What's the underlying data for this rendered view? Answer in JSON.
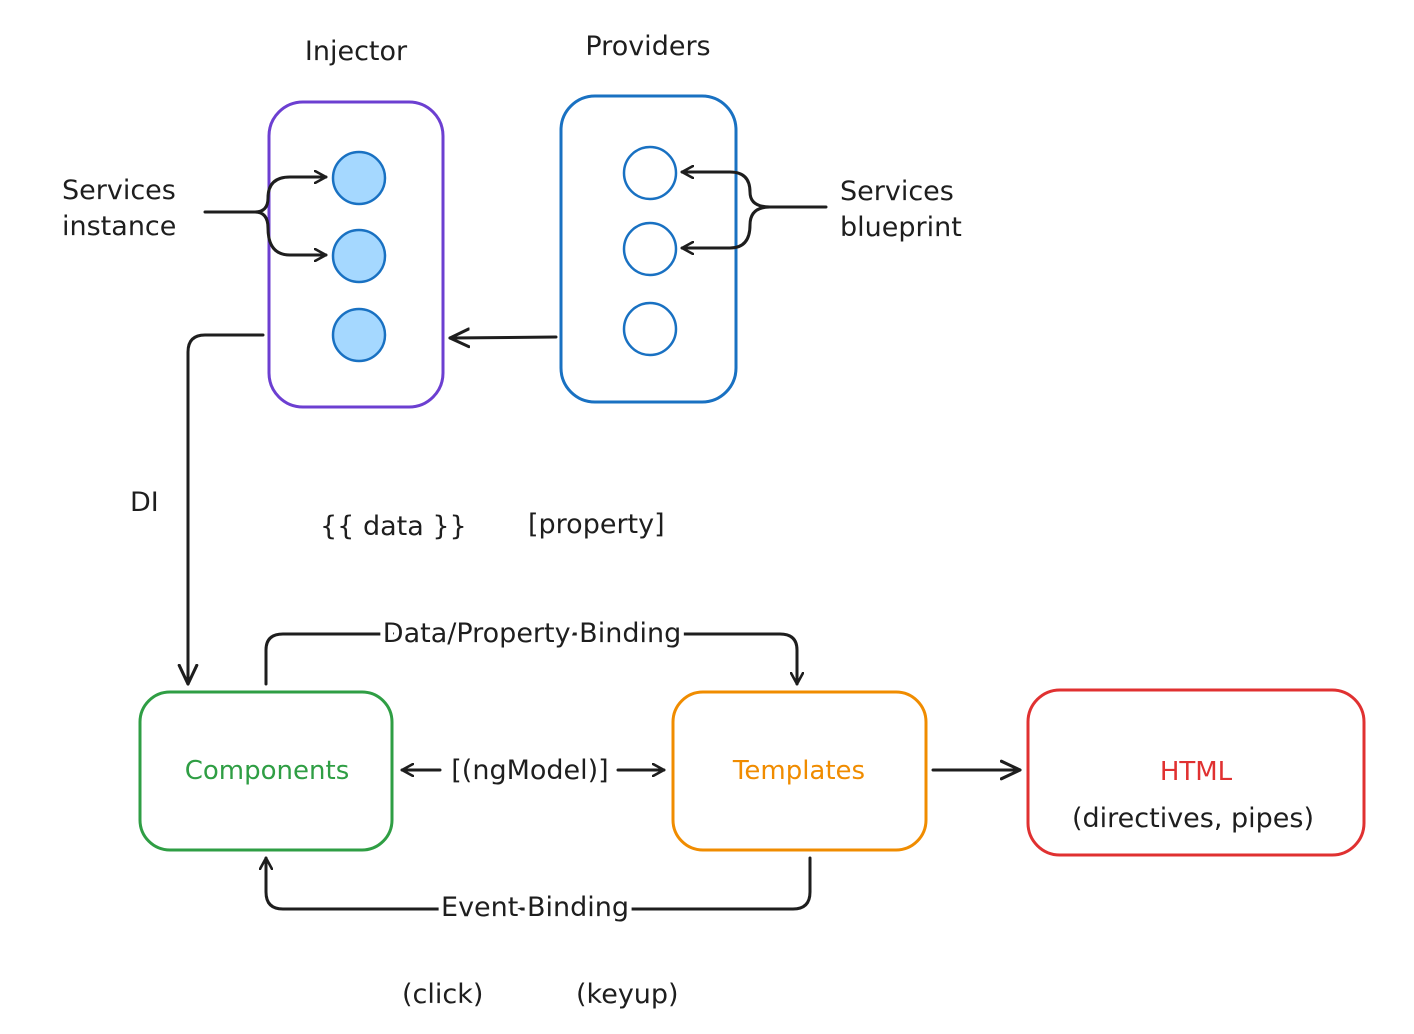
{
  "colors": {
    "injector": "#6c3fd1",
    "providers": "#1971c2",
    "service_fill": "#a5d8ff",
    "components": "#2f9e44",
    "templates": "#f08c00",
    "html": "#e03131",
    "stroke": "#1e1e1e"
  },
  "injector": {
    "title": "Injector"
  },
  "providers": {
    "title": "Providers"
  },
  "services_instance": {
    "line1": "Services",
    "line2": "instance"
  },
  "services_blueprint": {
    "line1": "Services",
    "line2": "blueprint"
  },
  "di_label": "DI",
  "interpolation_label": "{{ data }}",
  "property_label": "[property]",
  "data_binding_label": "Data/Property Binding",
  "components_label": "Components",
  "templates_label": "Templates",
  "ngmodel_label": "[(ngModel)]",
  "html_box": {
    "title": "HTML",
    "subtitle": "(directives, pipes)"
  },
  "event_binding_label": "Event Binding",
  "click_label": "(click)",
  "keyup_label": "(keyup)"
}
